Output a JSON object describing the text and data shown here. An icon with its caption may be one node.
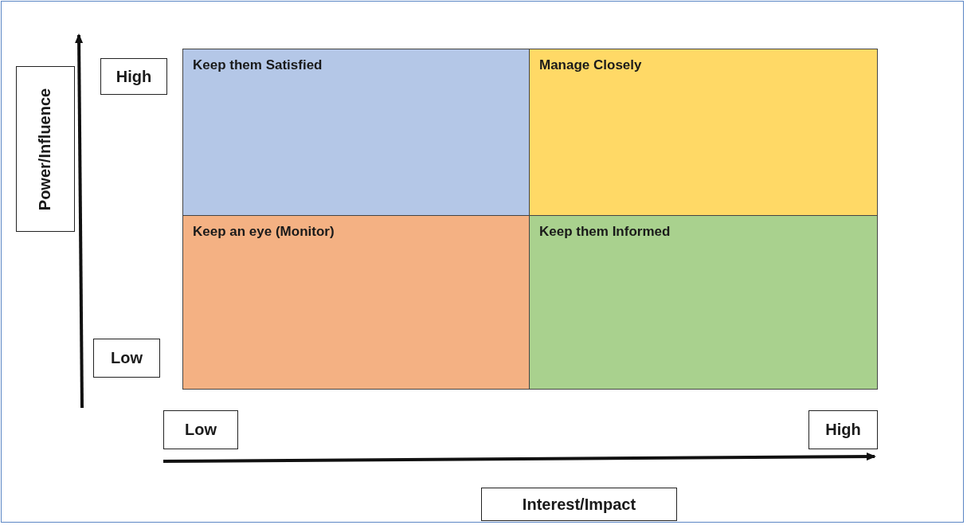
{
  "diagram": {
    "nodes": [
      {
        "text": [
          "Power/Influence"
        ]
      },
      {
        "text": [
          "High"
        ]
      },
      {
        "text": [
          "Keep them Satisfied"
        ]
      },
      {
        "text": [
          "Manage Closely"
        ]
      },
      {
        "text": [
          "Keep an eye (Monitor)"
        ]
      },
      {
        "text": [
          "Keep them Informed"
        ]
      },
      {
        "text": [
          "Low"
        ]
      },
      {
        "text": [
          "Low"
        ]
      },
      {
        "text": [
          "High"
        ]
      },
      {
        "text": [
          "Interest/Impact"
        ]
      }
    ],
    "edges": []
  }
}
